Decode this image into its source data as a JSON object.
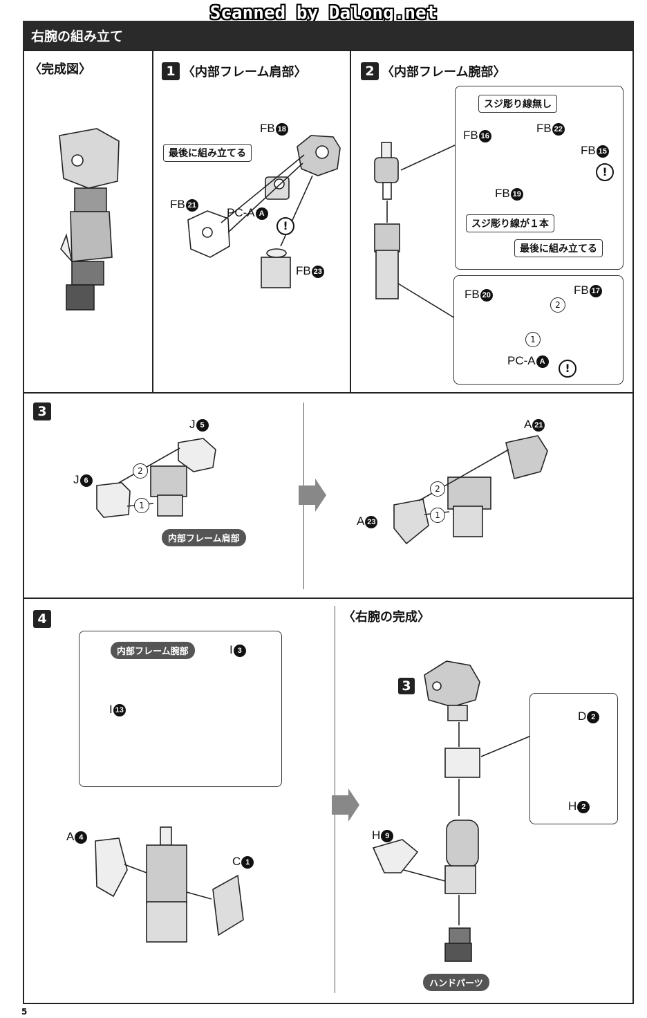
{
  "watermark": "Scanned by Dalong.net",
  "header": {
    "title": "右腕の組み立て"
  },
  "page_number": "5",
  "panels": {
    "complete_view": {
      "title": "〈完成図〉"
    },
    "step1": {
      "number": "1",
      "title": "〈内部フレーム肩部〉",
      "note": "最後に組み立てる",
      "parts": {
        "fb18": "FB",
        "fb18_num": "18",
        "fb21": "FB",
        "fb21_num": "21",
        "pca": "PC-A",
        "pca_num": "A",
        "fb23": "FB",
        "fb23_num": "23"
      }
    },
    "step2": {
      "number": "2",
      "title": "〈内部フレーム腕部〉",
      "note_no_line": "スジ彫り線無し",
      "note_one_line": "スジ彫り線が１本",
      "note_last": "最後に組み立てる",
      "parts": {
        "fb16": "FB",
        "fb16_num": "16",
        "fb22": "FB",
        "fb22_num": "22",
        "fb15": "FB",
        "fb15_num": "15",
        "fb19": "FB",
        "fb19_num": "19",
        "fb20": "FB",
        "fb20_num": "20",
        "fb17": "FB",
        "fb17_num": "17",
        "pca": "PC-A",
        "pca_num": "A"
      },
      "order_1": "1",
      "order_2": "2"
    },
    "step3": {
      "number": "3",
      "pill": "内部フレーム肩部",
      "parts": {
        "j5": "J",
        "j5_num": "5",
        "j6": "J",
        "j6_num": "6",
        "a21": "A",
        "a21_num": "21",
        "a23": "A",
        "a23_num": "23"
      },
      "order_1": "1",
      "order_2": "2"
    },
    "step4": {
      "number": "4",
      "pill": "内部フレーム腕部",
      "parts": {
        "i3": "I",
        "i3_num": "3",
        "i13": "I",
        "i13_num": "13",
        "a4": "A",
        "a4_num": "4",
        "c1": "C",
        "c1_num": "1"
      }
    },
    "complete_arm": {
      "title": "〈右腕の完成〉",
      "step_ref": "3",
      "pill": "ハンドパーツ",
      "parts": {
        "d2": "D",
        "d2_num": "2",
        "h2": "H",
        "h2_num": "2",
        "h9": "H",
        "h9_num": "9"
      }
    }
  },
  "warn_symbol": "!"
}
